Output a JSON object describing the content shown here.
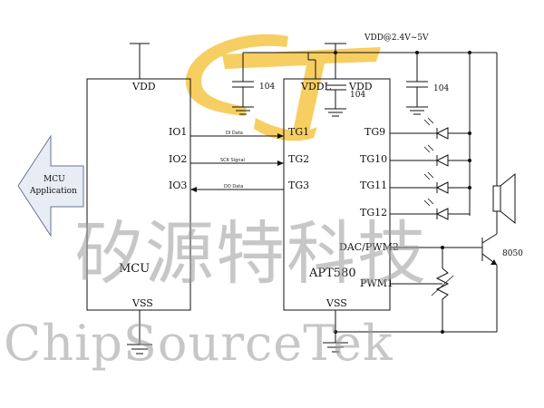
{
  "watermark": {
    "chinese": "矽源特科技",
    "english": "ChipSourceTek"
  },
  "supply": {
    "vdd_range": "VDD@2.4V~5V"
  },
  "mcu_chip": {
    "name": "MCU",
    "vdd": "VDD",
    "vss": "VSS",
    "io1": "IO1",
    "io2": "IO2",
    "io3": "IO3"
  },
  "apt_chip": {
    "name": "APT580",
    "vddl": "VDDL",
    "vdd": "VDD",
    "vss": "VSS",
    "tg1": "TG1",
    "tg2": "TG2",
    "tg3": "TG3",
    "tg9": "TG9",
    "tg10": "TG10",
    "tg11": "TG11",
    "tg12": "TG12",
    "dac": "DAC/PWM2",
    "pwm1": "PWM1"
  },
  "signals": {
    "io1": "DI Data",
    "io2": "SCK Signal",
    "io3": "DO Data"
  },
  "caps": {
    "c1": "104",
    "c2": "104",
    "c3": "104"
  },
  "transistor": {
    "label": "8050"
  },
  "mcu_app": {
    "line1": "MCU",
    "line2": "Application"
  },
  "colors": {
    "watermark_gray": "#9a9a9a",
    "logo_yellow": "#f6c646",
    "arrow_fill": "#e8ecf4"
  }
}
